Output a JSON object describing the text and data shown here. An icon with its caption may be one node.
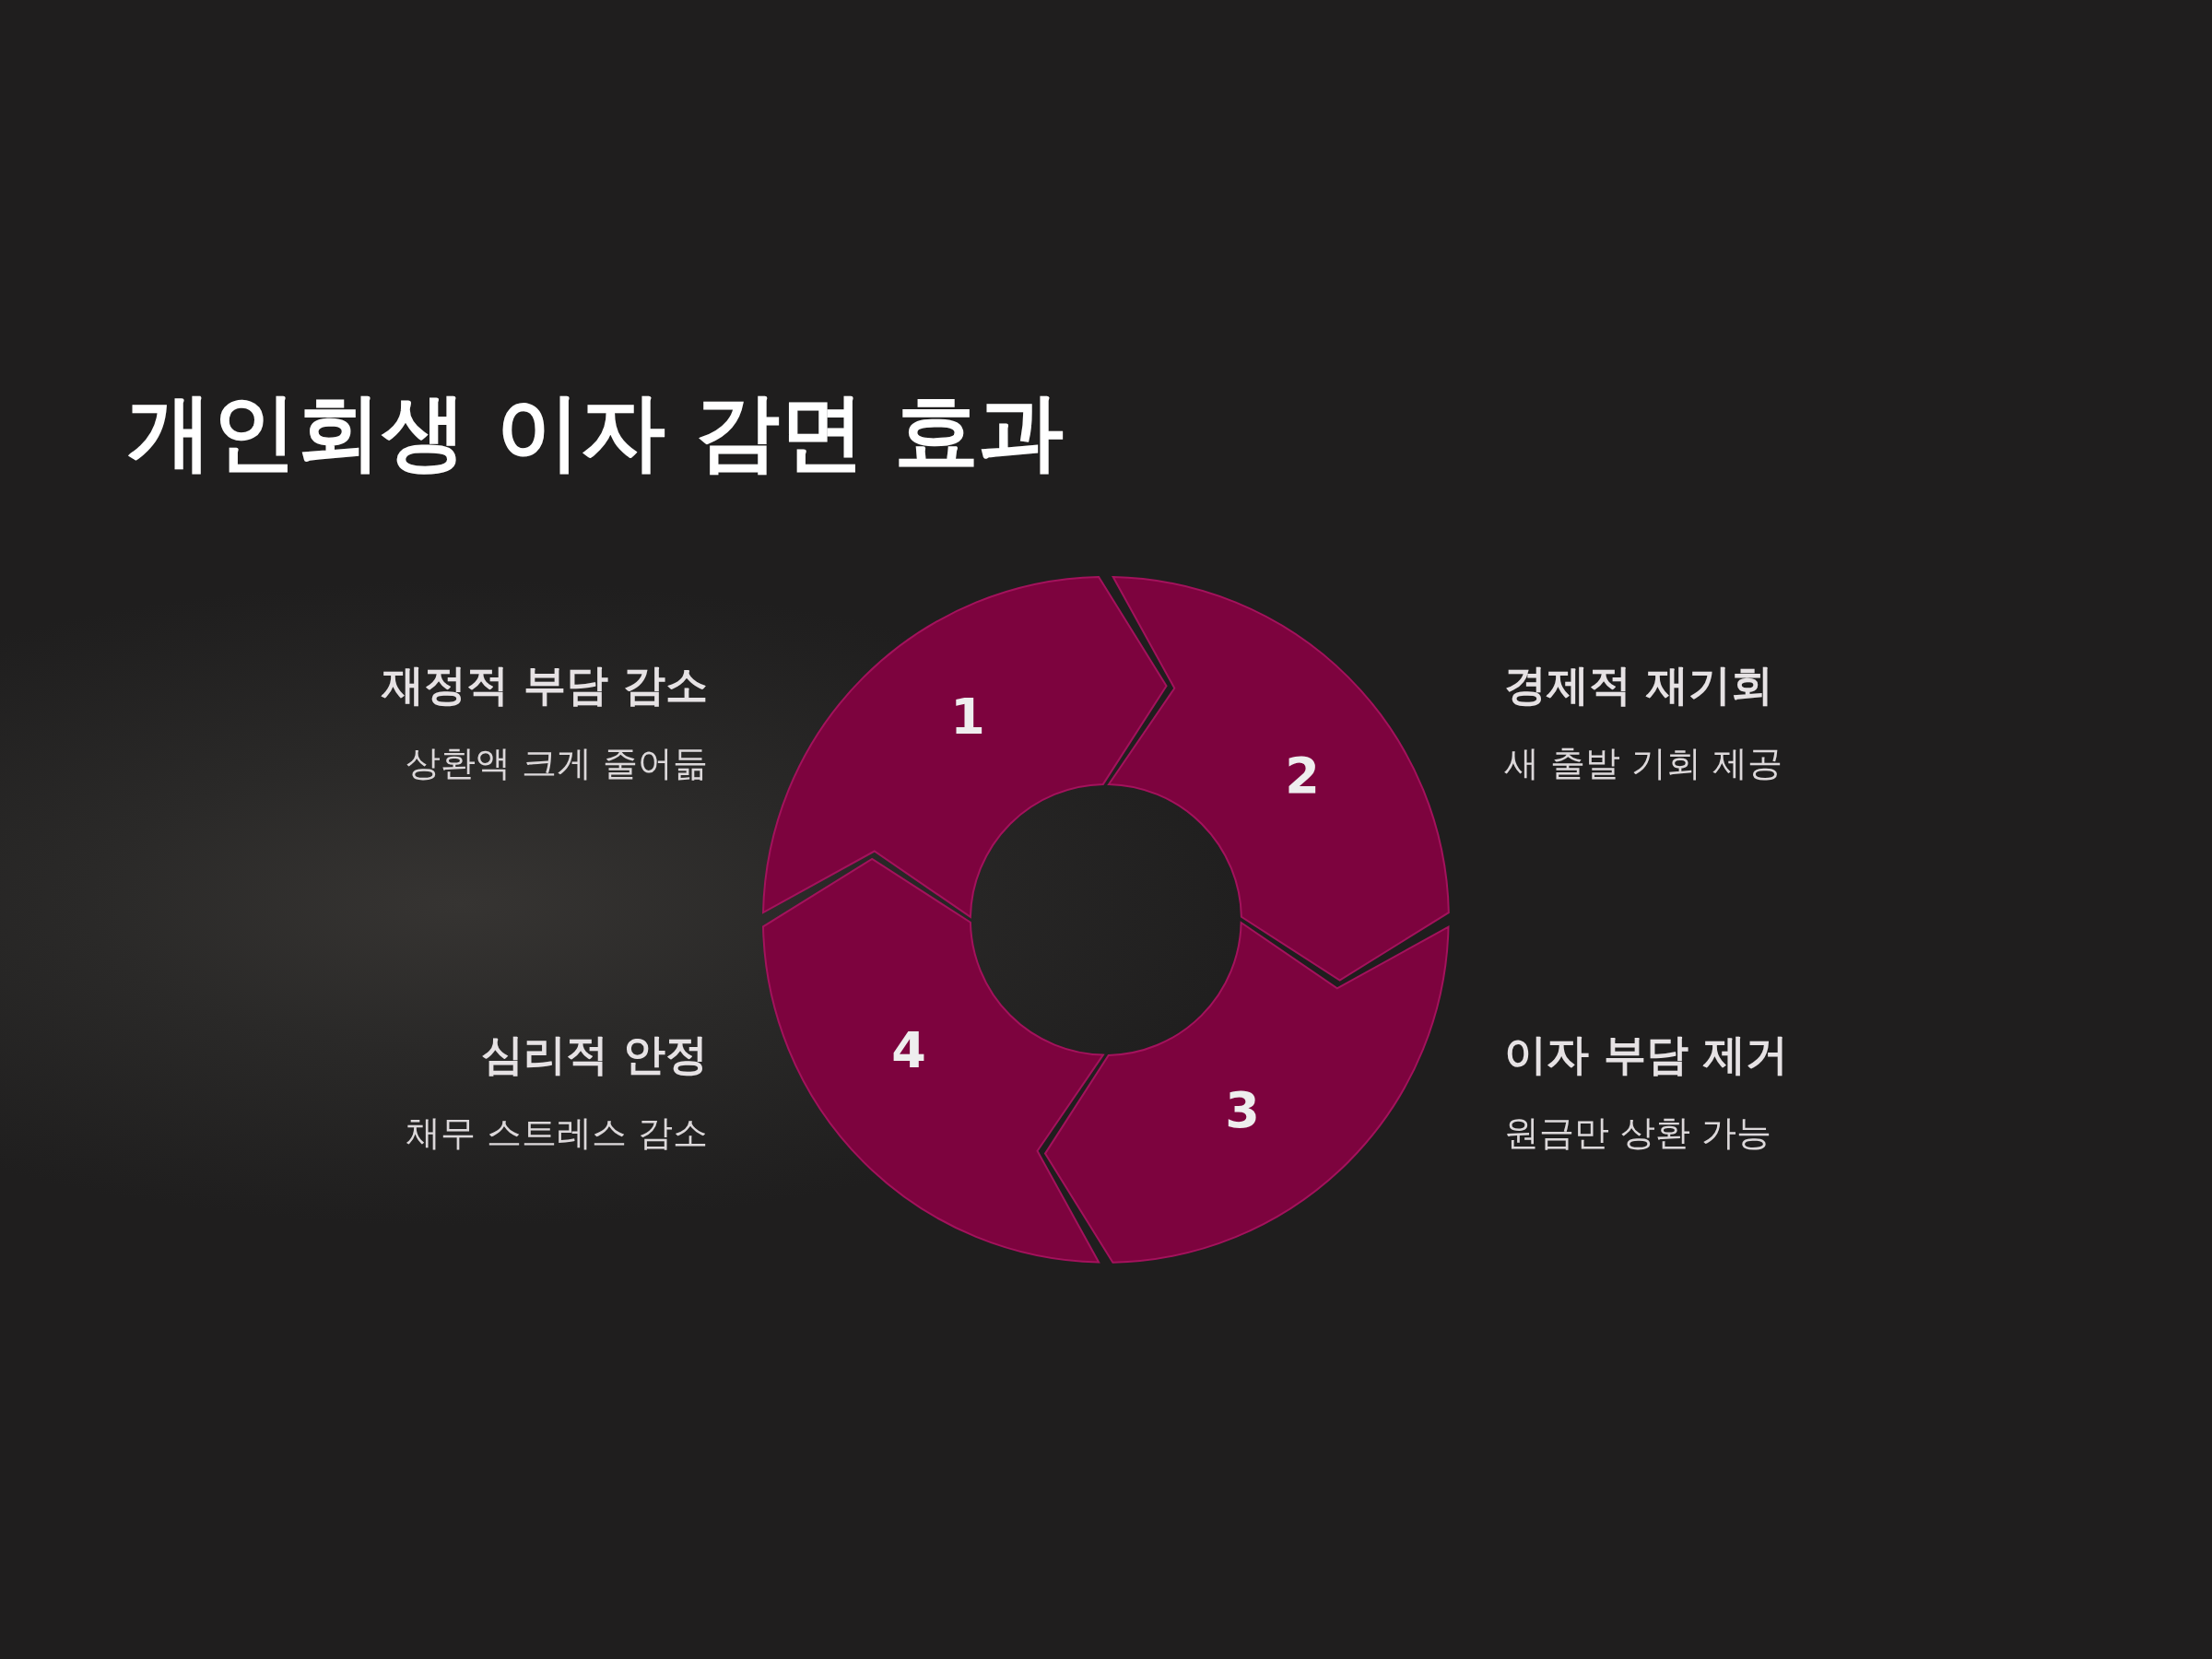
{
  "diagram": {
    "title": "개인회생 이자 감면 효과",
    "nodes": [
      {
        "text": [
          "1"
        ],
        "beside": [
          "재정적 부담 감소",
          "상환액 크게 줄어듦"
        ]
      },
      {
        "text": [
          "2"
        ],
        "beside": [
          "경제적 재기회",
          "새 출발 기회 제공"
        ]
      },
      {
        "text": [
          "3"
        ],
        "beside": [
          "이자 부담 제거",
          "원금만 상환 가능"
        ]
      },
      {
        "text": [
          "4"
        ],
        "beside": [
          "심리적 안정",
          "채무 스트레스 감소"
        ]
      }
    ]
  }
}
